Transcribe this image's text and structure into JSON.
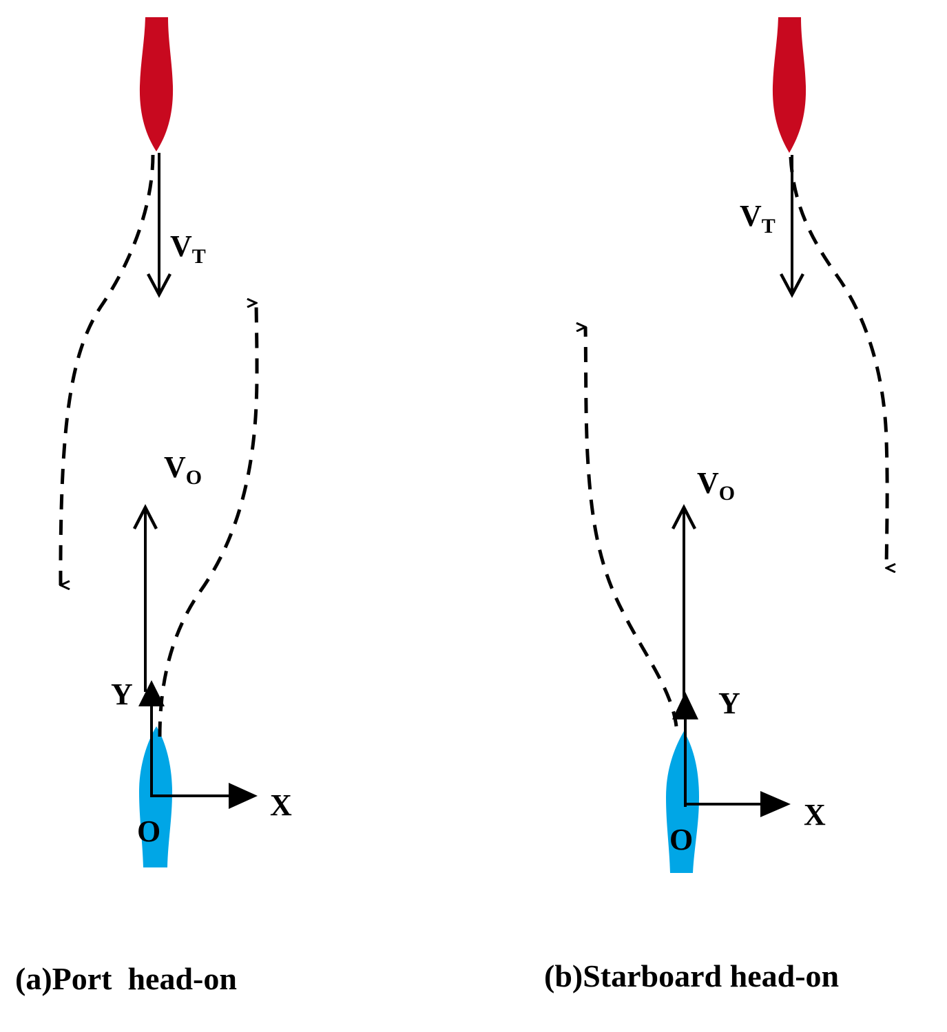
{
  "colors": {
    "target_ship": "#c8091f",
    "own_ship": "#00a6e6",
    "ink": "#000000"
  },
  "panels": [
    {
      "caption": "(a)Port  head-on",
      "vt_main": "V",
      "vt_sub": "T",
      "vo_main": "V",
      "vo_sub": "O",
      "axis_y": "Y",
      "axis_x": "X",
      "origin": "O"
    },
    {
      "caption": "(b)Starboard head-on",
      "vt_main": "V",
      "vt_sub": "T",
      "vo_main": "V",
      "vo_sub": "O",
      "axis_y": "Y",
      "axis_x": "X",
      "origin": "O"
    }
  ]
}
